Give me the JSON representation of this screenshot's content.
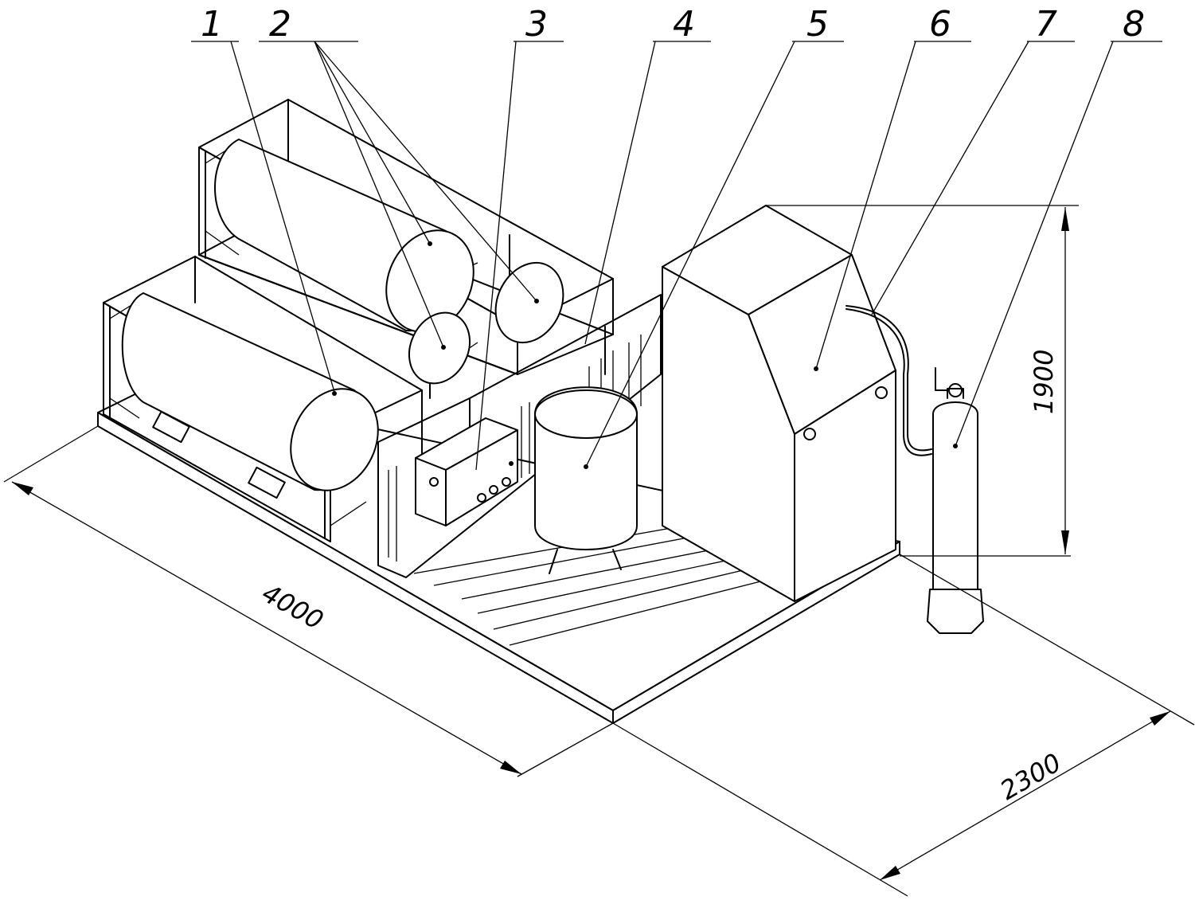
{
  "callouts": [
    {
      "number": "1",
      "part": "large gas cylinder"
    },
    {
      "number": "2",
      "part": "gas cylinders"
    },
    {
      "number": "3",
      "part": "control box"
    },
    {
      "number": "4",
      "part": "filter unit"
    },
    {
      "number": "5",
      "part": "receiver tank"
    },
    {
      "number": "6",
      "part": "compressor housing"
    },
    {
      "number": "7",
      "part": "hose"
    },
    {
      "number": "8",
      "part": "gas bottle"
    }
  ],
  "dimensions": {
    "length": "4000",
    "width": "2300",
    "height": "1900"
  },
  "colors": {
    "line": "#000000",
    "background": "#ffffff"
  }
}
